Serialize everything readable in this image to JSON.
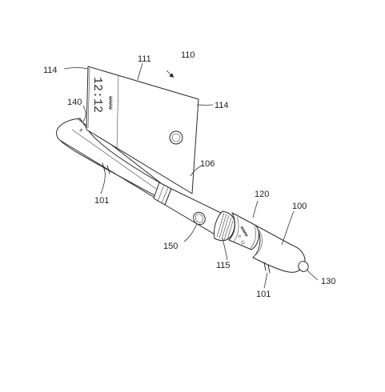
{
  "figure": {
    "labels": {
      "l110": "110",
      "l111": "111",
      "l114a": "114",
      "l114b": "114",
      "l140": "140",
      "l106": "106",
      "l101a": "101",
      "l101b": "101",
      "l120": "120",
      "l100": "100",
      "l150": "150",
      "l115": "115",
      "l130": "130"
    },
    "screen": {
      "time": "12:12"
    }
  }
}
